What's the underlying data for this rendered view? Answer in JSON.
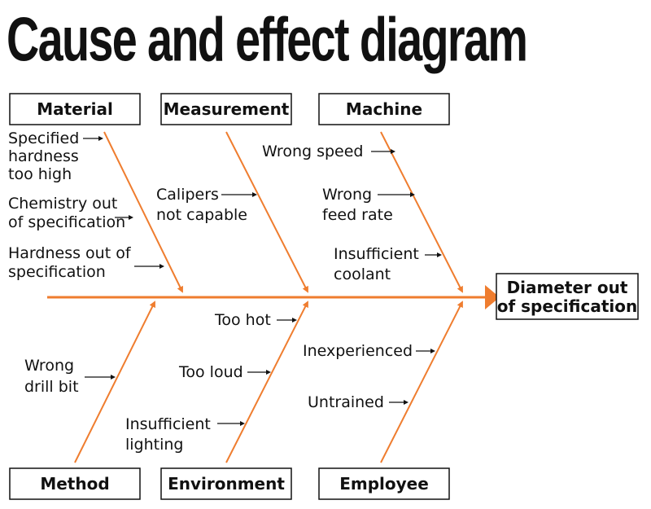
{
  "title": "Cause and effect diagram",
  "effect": [
    "Diameter out",
    "of specification"
  ],
  "categories": {
    "material": "Material",
    "measurement": "Measurement",
    "machine": "Machine",
    "method": "Method",
    "environment": "Environment",
    "employee": "Employee"
  },
  "causes": {
    "material": [
      [
        "Specified",
        "hardness",
        "too high"
      ],
      [
        "Chemistry out",
        "of specification"
      ],
      [
        "Hardness out of",
        "specification"
      ]
    ],
    "measurement": [
      [
        "Calipers",
        "not capable"
      ]
    ],
    "machine": [
      [
        "Wrong speed"
      ],
      [
        "Wrong",
        "feed rate"
      ],
      [
        "Insufficient",
        "coolant"
      ]
    ],
    "method": [
      [
        "Wrong",
        "drill bit"
      ]
    ],
    "environment": [
      [
        "Too hot"
      ],
      [
        "Too loud"
      ],
      [
        "Insufficient",
        "lighting"
      ]
    ],
    "employee": [
      [
        "Inexperienced"
      ],
      [
        "Untrained"
      ]
    ]
  },
  "colors": {
    "bone": "#ef7d2f",
    "arrow": "#111111",
    "box_border": "#111111",
    "text": "#111111"
  }
}
